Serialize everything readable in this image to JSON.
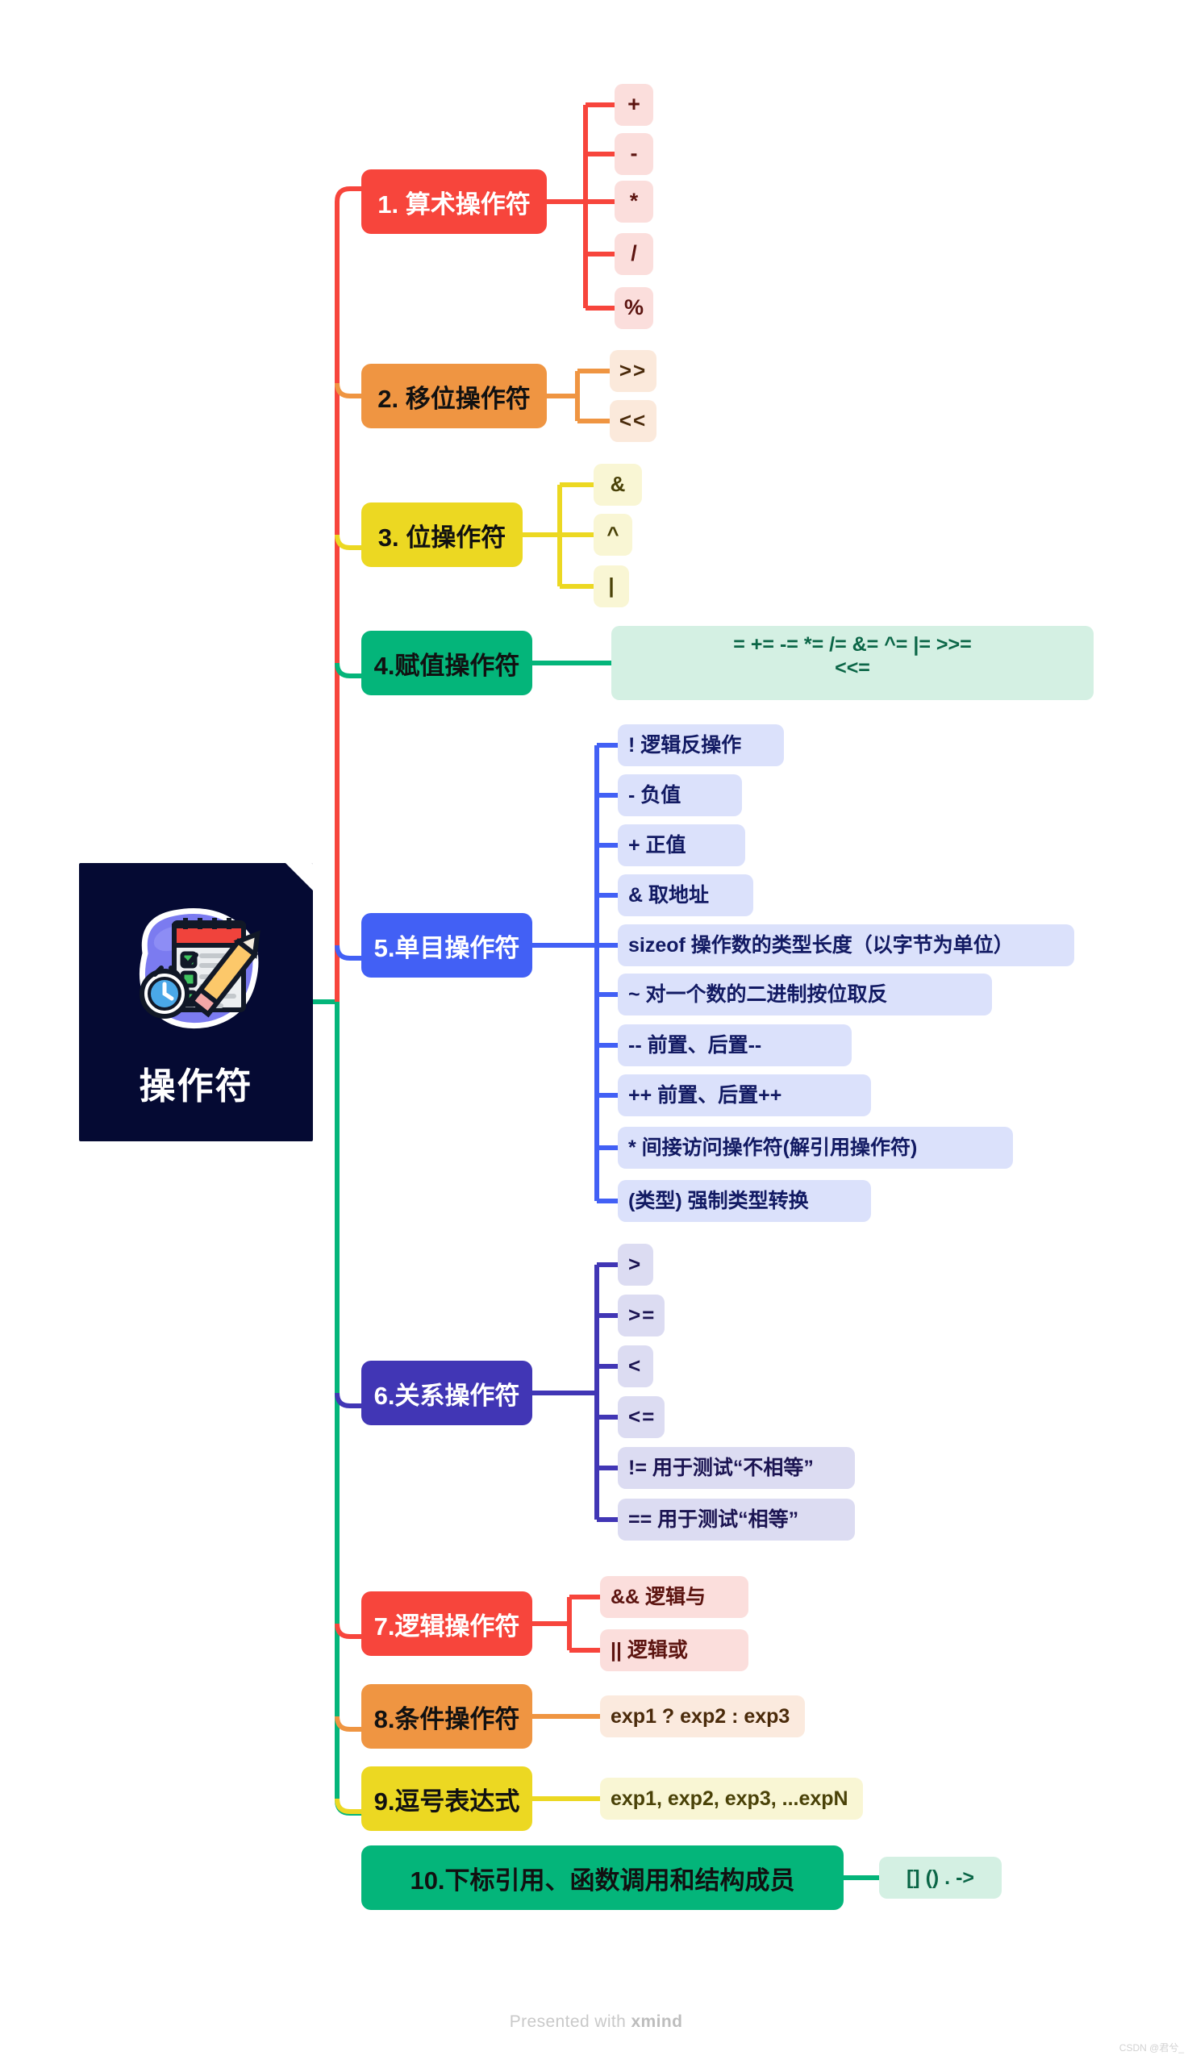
{
  "root": {
    "title": "操作符",
    "icon": "checklist-clipboard-icon",
    "bg": "#050a33"
  },
  "footer": {
    "presented_prefix": "Presented with ",
    "presented_brand": "xmind",
    "csdn": "CSDN @君兮_"
  },
  "branches": [
    {
      "label": "1. 算术操作符",
      "color": "#f7453c",
      "text_color": "#ffffff",
      "leaf_bg": "#fbdedc",
      "leaf_text": "#5c1410",
      "leaves": [
        "+",
        "-",
        "*",
        "/",
        "%"
      ]
    },
    {
      "label": "2. 移位操作符",
      "color": "#ef9542",
      "text_color": "#111111",
      "leaf_bg": "#fbe9db",
      "leaf_text": "#4a2a0a",
      "leaves": [
        ">>",
        "<<"
      ]
    },
    {
      "label": "3. 位操作符",
      "color": "#ecd822",
      "text_color": "#111111",
      "leaf_bg": "#f9f6d4",
      "leaf_text": "#4a4208",
      "leaves": [
        "&",
        "^",
        "|"
      ]
    },
    {
      "label": "4.赋值操作符",
      "color": "#04b57a",
      "text_color": "#111111",
      "leaf_bg": "#d4f0e3",
      "leaf_text": "#0b6647",
      "leaves": [
        "=   +=   -=   *=   /=   &=   ^=   |=    >>=",
        "<<="
      ]
    },
    {
      "label": "5.单目操作符",
      "color": "#4260f5",
      "text_color": "#ffffff",
      "leaf_bg": "#dbe1fb",
      "leaf_text": "#121a63",
      "leaves": [
        "!      逻辑反操作",
        "-      负值",
        "+      正值",
        "&     取地址",
        "sizeof    操作数的类型长度（以字节为单位）",
        "~      对一个数的二进制按位取反",
        "--      前置、后置--",
        "++       前置、后置++",
        "*        间接访问操作符(解引用操作符)",
        "(类型)    强制类型转换"
      ]
    },
    {
      "label": "6.关系操作符",
      "color": "#4136b5",
      "text_color": "#ffffff",
      "leaf_bg": "#dcdcf2",
      "leaf_text": "#1b1452",
      "leaves": [
        ">",
        ">=",
        "<",
        "<=",
        "!=  用于测试“不相等”",
        "==    用于测试“相等”"
      ]
    },
    {
      "label": "7.逻辑操作符",
      "color": "#f7453c",
      "text_color": "#ffffff",
      "leaf_bg": "#fbdedc",
      "leaf_text": "#5c1410",
      "leaves": [
        "&&   逻辑与",
        "||      逻辑或"
      ]
    },
    {
      "label": "8.条件操作符",
      "color": "#ef9542",
      "text_color": "#111111",
      "leaf_bg": "#fbeade",
      "leaf_text": "#4a2a0a",
      "leaves": [
        "exp1 ? exp2 : exp3"
      ]
    },
    {
      "label": "9.逗号表达式",
      "color": "#ecd822",
      "text_color": "#111111",
      "leaf_bg": "#f9f6d4",
      "leaf_text": "#4a4208",
      "leaves": [
        "exp1, exp2, exp3, ...expN"
      ]
    },
    {
      "label": "10.下标引用、函数调用和结构成员",
      "color": "#04b57a",
      "text_color": "#111111",
      "leaf_bg": "#d4f0e3",
      "leaf_text": "#0b6647",
      "leaves": [
        "[] () . ->"
      ]
    }
  ]
}
